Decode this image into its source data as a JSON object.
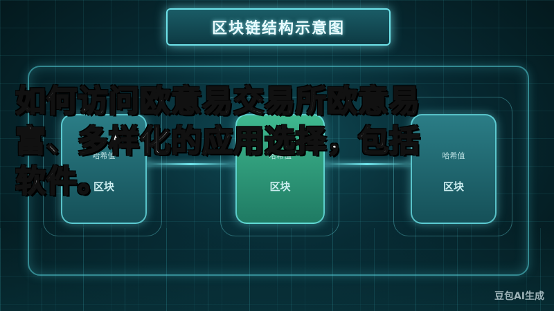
{
  "diagram": {
    "title": "区块链结构示意图",
    "blocks": [
      {
        "label": "区块",
        "sub": "哈希值"
      },
      {
        "label": "区块",
        "sub": "哈希值"
      },
      {
        "label": "区块",
        "sub": "哈希值"
      }
    ]
  },
  "overlay": {
    "line1": "如何访问欧意易交易所欧意易",
    "line2": "富、多样化的应用选择，包括",
    "line3": "软件。"
  },
  "watermark": "豆包AI生成"
}
